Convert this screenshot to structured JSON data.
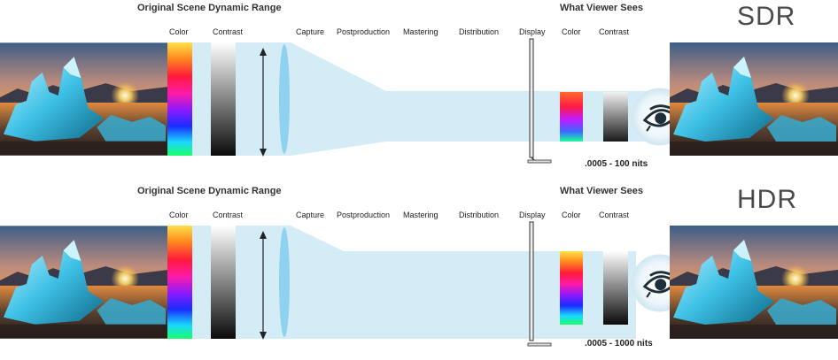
{
  "panels": [
    {
      "mode_label": "SDR",
      "left_header": "Original Scene Dynamic Range",
      "right_header": "What Viewer Sees",
      "stages": {
        "color": "Color",
        "contrast": "Contrast",
        "capture": "Capture",
        "postproduction": "Postproduction",
        "mastering": "Mastering",
        "distribution": "Distribution",
        "display": "Display",
        "viewer_color": "Color",
        "viewer_contrast": "Contrast"
      },
      "nits_range": ".0005 - 100 nits"
    },
    {
      "mode_label": "HDR",
      "left_header": "Original Scene Dynamic Range",
      "right_header": "What Viewer Sees",
      "stages": {
        "color": "Color",
        "contrast": "Contrast",
        "capture": "Capture",
        "postproduction": "Postproduction",
        "mastering": "Mastering",
        "distribution": "Distribution",
        "display": "Display",
        "viewer_color": "Color",
        "viewer_contrast": "Contrast"
      },
      "nits_range": ".0005 - 1000 nits"
    }
  ],
  "colors": {
    "pipeline": "#d3ecf5",
    "lens": "#8fd2ef",
    "eye_circle": "#eaf4f9",
    "eye_stroke": "#1f2f3a"
  }
}
